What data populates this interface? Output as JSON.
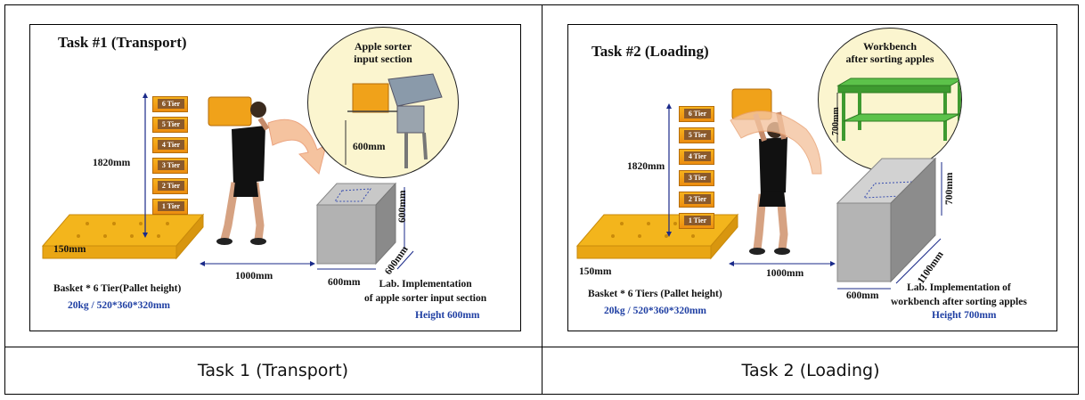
{
  "captions": [
    "Task 1 (Transport)",
    "Task 2 (Loading)"
  ],
  "task1": {
    "title": "Task #1 (Transport)",
    "circle_title": "Apple sorter\ninput section",
    "circle_dim": "600mm",
    "stack_height": "1820mm",
    "tiers": [
      "6 Tier",
      "5 Tier",
      "4 Tier",
      "3 Tier",
      "2 Tier",
      "1 Tier"
    ],
    "pallet_height": "150mm",
    "distance": "1000mm",
    "box_height": "600mm",
    "box_depth": "600mm",
    "box_width": "600mm",
    "basket_label": "Basket * 6 Tier(Pallet height)",
    "basket_spec": "20kg / 520*360*320mm",
    "lab_label": "Lab. Implementation\nof apple sorter input section",
    "lab_height": "Height 600mm"
  },
  "task2": {
    "title": "Task #2 (Loading)",
    "circle_title": "Workbench\nafter sorting apples",
    "circle_dim": "700mm",
    "stack_height": "1820mm",
    "tiers": [
      "6 Tier",
      "5 Tier",
      "4 Tier",
      "3 Tier",
      "2 Tier",
      "1 Tier"
    ],
    "pallet_height": "150mm",
    "distance": "1000mm",
    "box_height": "700mm",
    "box_depth": "1100mm",
    "box_width": "600mm",
    "basket_label": "Basket * 6 Tiers (Pallet height)",
    "basket_spec": "20kg /  520*360*320mm",
    "lab_label": "Lab. Implementation of\nworkbench after sorting apples",
    "lab_height": "Height 700mm"
  },
  "colors": {
    "crate": "#f0a21a",
    "label_blue": "#1f3fa3",
    "circle_fill": "#fbf5cf",
    "workbench": "#4cae3c",
    "arrow": "#f4b98f"
  }
}
